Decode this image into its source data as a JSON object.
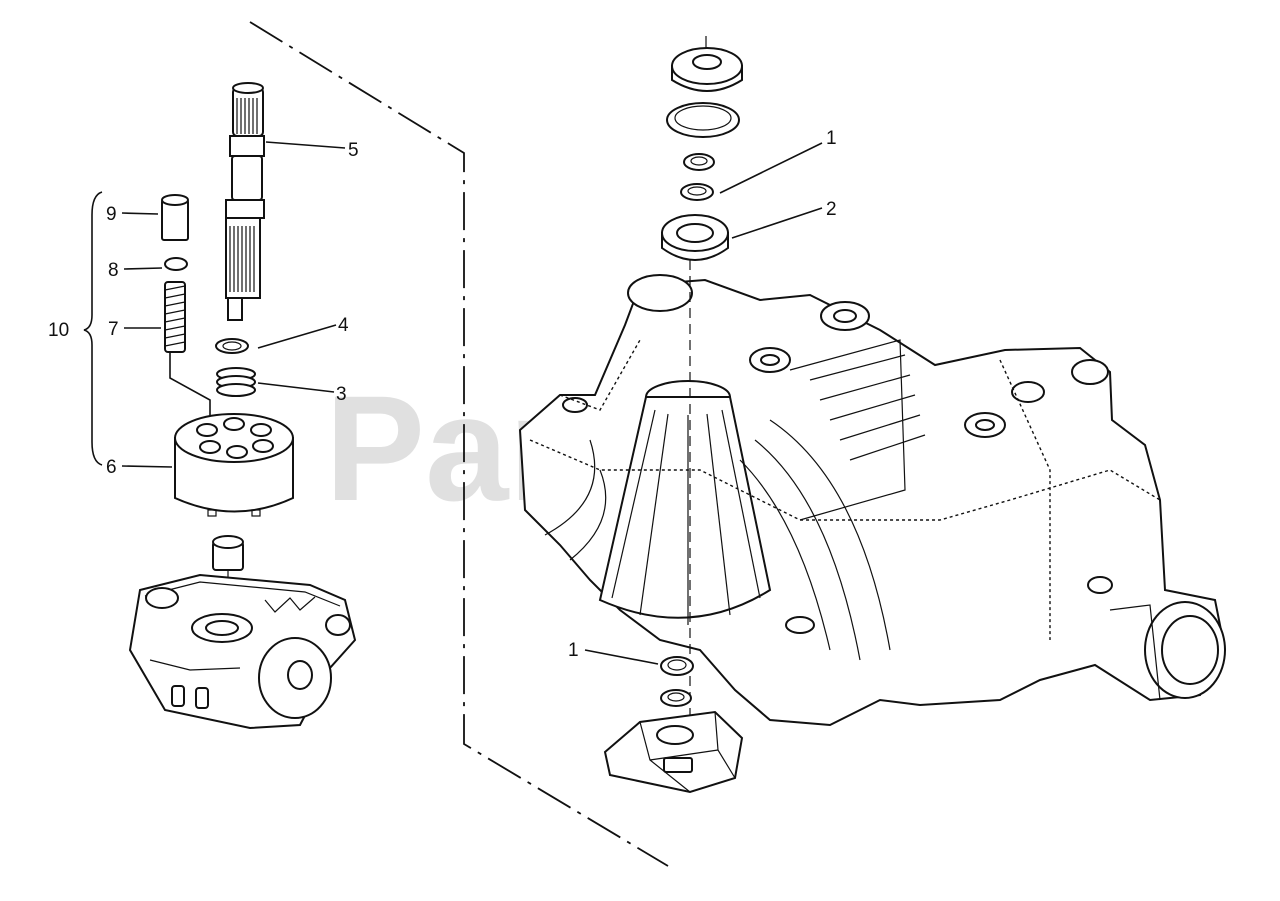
{
  "watermark": {
    "text": "PartsTree",
    "trademark": "™"
  },
  "callouts": {
    "c1_top": "1",
    "c2": "2",
    "c3": "3",
    "c4": "4",
    "c5": "5",
    "c6": "6",
    "c7": "7",
    "c8": "8",
    "c9": "9",
    "c10": "10",
    "c1_bottom": "1"
  },
  "colors": {
    "line": "#111111",
    "watermark": "#c8c8c8",
    "background": "#ffffff"
  }
}
